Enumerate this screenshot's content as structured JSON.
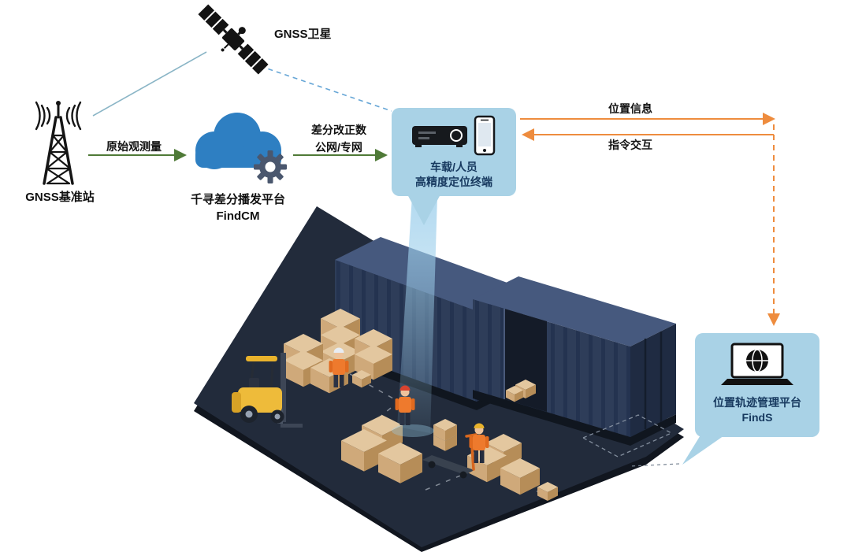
{
  "diagram": {
    "satellite": {
      "label": "GNSS卫星"
    },
    "base_station": {
      "label": "GNSS基准站"
    },
    "raw_observation_arrow": {
      "label": "原始观测量"
    },
    "cloud_platform": {
      "name": "千寻差分播发平台",
      "product": "FindCM"
    },
    "correction_arrow": {
      "line1": "差分改正数",
      "line2": "公网/专网"
    },
    "terminal": {
      "line1": "车载/人员",
      "line2": "高精度定位终端"
    },
    "position_info_arrow": {
      "label": "位置信息"
    },
    "command_arrow": {
      "label": "指令交互"
    },
    "management_platform": {
      "name": "位置轨迹管理平台",
      "product": "FindS"
    }
  },
  "colors": {
    "callout_bg": "#a9d2e6",
    "callout_text": "#17395f",
    "green_arrow": "#4f7a37",
    "orange_arrow": "#ee8c3e",
    "satellite_link_solid": "#8ab5c6",
    "satellite_link_dashed": "#66a6d6",
    "cloud": "#2e7fc2",
    "gear": "#4a576e",
    "platform_ground": "#222b3b",
    "container": "#2e3d59",
    "cargo_box": "#cfa97a",
    "forklift": "#eebb3a",
    "beam": "#9fd0ec",
    "label_text": "#111111"
  }
}
